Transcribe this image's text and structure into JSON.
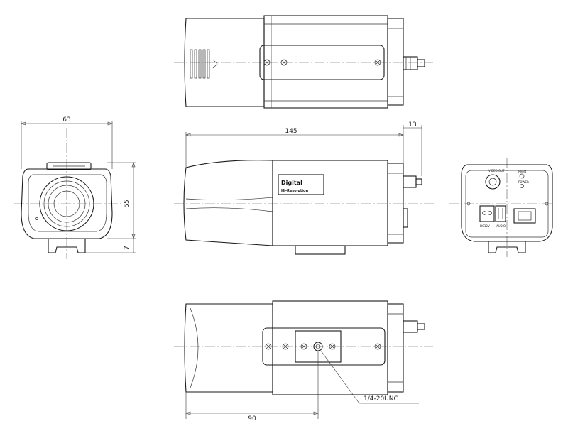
{
  "dimensions": {
    "front_width": "63",
    "front_height": "55",
    "mount_height": "7",
    "body_length": "145",
    "connector_length": "13",
    "mount_offset": "90"
  },
  "annotations": {
    "thread_spec": "1/4-20UNC"
  },
  "labels": {
    "brand": "Digital",
    "brand_sub": "Hi-Resolution",
    "video_out": "VIDEO OUT",
    "reset": "Reset",
    "power": "POWER",
    "dc": "DC12V",
    "audio": "AUDIO"
  }
}
